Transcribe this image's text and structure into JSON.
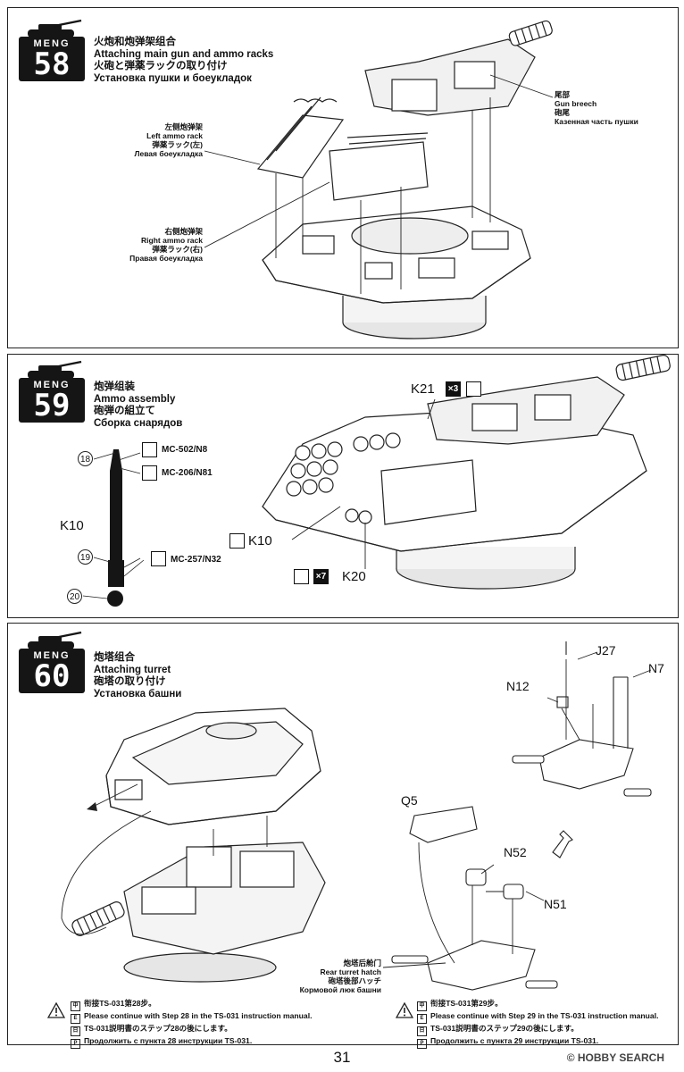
{
  "brand": "MENG",
  "steps": [
    {
      "number": "58",
      "title_zh": "火炮和炮弹架组合",
      "title_en": "Attaching main gun and ammo racks",
      "title_jp": "火砲と弾薬ラックの取り付け",
      "title_ru": "Установка пушки и боеукладок",
      "labels": {
        "left_rack": [
          "左侧炮弹架",
          "Left ammo rack",
          "弾薬ラック(左)",
          "Левая боеукладка"
        ],
        "right_rack": [
          "右侧炮弹架",
          "Right ammo rack",
          "弾薬ラック(右)",
          "Правая боеукладка"
        ],
        "breech": [
          "尾部",
          "Gun breech",
          "砲尾",
          "Казенная часть пушки"
        ]
      }
    },
    {
      "number": "59",
      "title_zh": "炮弹组装",
      "title_en": "Ammo assembly",
      "title_jp": "砲弾の組立て",
      "title_ru": "Сборка снарядов",
      "part_k21": "K21",
      "qty_k21": "×3",
      "part_k10": "K10",
      "part_k10_shell": "K10",
      "part_k20": "K20",
      "qty_k20": "×7",
      "callout_18": "18",
      "callout_19": "19",
      "callout_20": "20",
      "paint_1": "MC-502/N8",
      "paint_2": "MC-206/N81",
      "paint_3": "MC-257/N32"
    },
    {
      "number": "60",
      "title_zh": "炮塔组合",
      "title_en": "Attaching turret",
      "title_jp": "砲塔の取り付け",
      "title_ru": "Установка башни",
      "parts": {
        "j27": "J27",
        "n7": "N7",
        "n12": "N12",
        "q5": "Q5",
        "n52": "N52",
        "n51": "N51"
      },
      "hatch": [
        "炮塔后舱门",
        "Rear turret hatch",
        "砲塔後部ハッチ",
        "Кормовой люк башни"
      ],
      "note_left": {
        "zh": "衔接TS-031第28步。",
        "en": "Please continue with Step 28 in the TS-031 instruction manual.",
        "jp": "TS-031説明書のステップ28の後にします。",
        "ru": "Продолжить с пункта 28 инструкции TS-031."
      },
      "note_right": {
        "zh": "衔接TS-031第29步。",
        "en": "Please continue with Step 29 in the TS-031 instruction manual.",
        "jp": "TS-031説明書のステップ29の後にします。",
        "ru": "Продолжить с пункта 29 инструкции TS-031."
      }
    }
  ],
  "page_number": "31",
  "watermark": "© HOBBY SEARCH"
}
